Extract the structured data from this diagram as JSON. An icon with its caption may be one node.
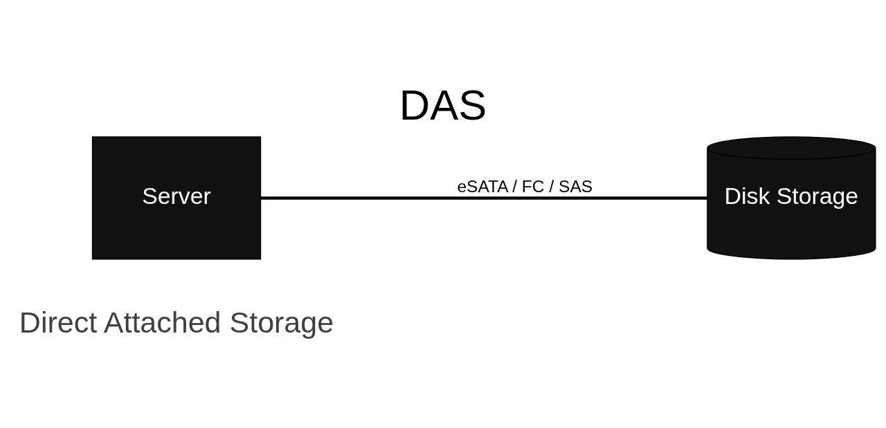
{
  "diagram": {
    "title": "DAS",
    "nodes": [
      {
        "text": [
          "Server"
        ]
      },
      {
        "text": [
          "Disk Storage"
        ]
      }
    ],
    "edges": [
      {
        "from": 0,
        "to": 1,
        "arrow": "none",
        "label": "eSATA / FC / SAS"
      }
    ],
    "labels": [
      "Direct Attached Storage"
    ]
  }
}
